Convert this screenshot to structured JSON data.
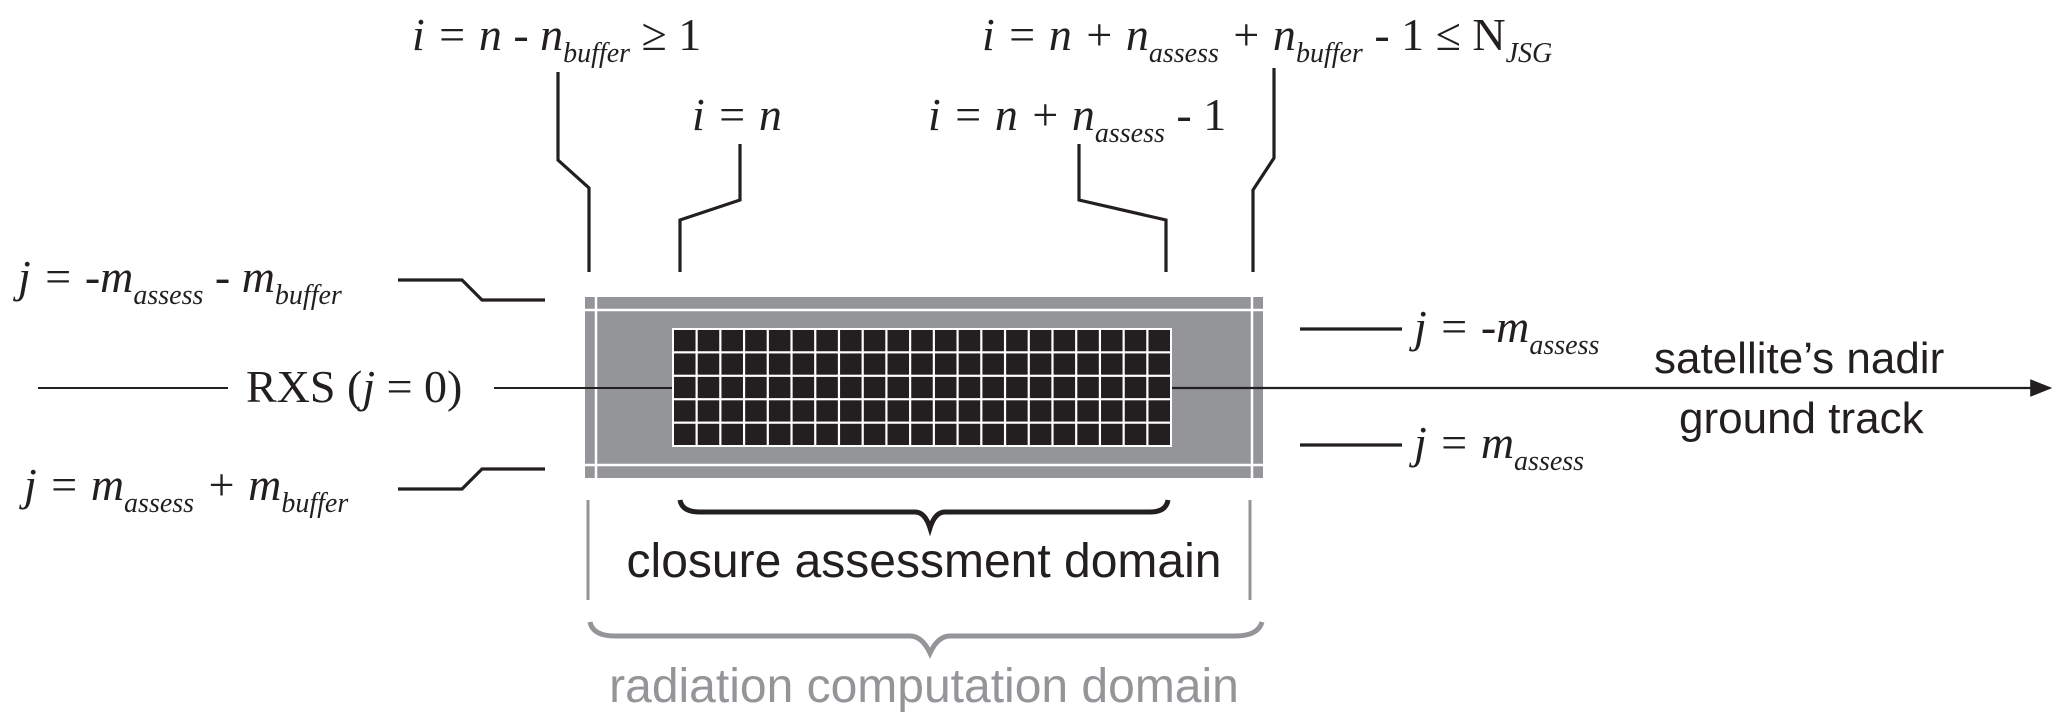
{
  "diagram": {
    "colors": {
      "ink": "#231f20",
      "buffer_fill": "#939598",
      "cell_fill": "#231f20",
      "cell_border": "#ffffff",
      "radiation_label": "#939598"
    },
    "grid": {
      "columns": 21,
      "rows": 5
    },
    "top_labels": {
      "i_start_buffer": {
        "prefix": "i = n - n",
        "sub": "buffer",
        "suffix": " ≥ 1"
      },
      "i_start": {
        "text": "i = n"
      },
      "i_end_assess": {
        "prefix": "i = n + n",
        "sub": "assess",
        "suffix": " - 1"
      },
      "i_end_buffer": {
        "prefix": "i = n + n",
        "sub1": "assess",
        "mid": " + n",
        "sub2": "buffer",
        "suffix": " - 1 ≤ N",
        "sub3": "JSG"
      }
    },
    "left_labels": {
      "j_top_buffer": {
        "prefix": "j = -m",
        "sub1": "assess",
        "mid": " - m",
        "sub2": "buffer"
      },
      "rxs": {
        "prefix": "RXS (",
        "var": "j",
        "suffix": " = 0)"
      },
      "j_bottom_buffer": {
        "prefix": "j = m",
        "sub1": "assess",
        "mid": " + m",
        "sub2": "buffer"
      }
    },
    "right_labels": {
      "j_top_assess": {
        "prefix": "j = -m",
        "sub": "assess"
      },
      "j_bottom_assess": {
        "prefix": "j = m",
        "sub": "assess"
      },
      "ground_track_line1": "satellite’s nadir",
      "ground_track_line2": "ground track"
    },
    "bottom_labels": {
      "closure_domain": "closure assessment domain",
      "radiation_domain": "radiation computation domain"
    }
  }
}
